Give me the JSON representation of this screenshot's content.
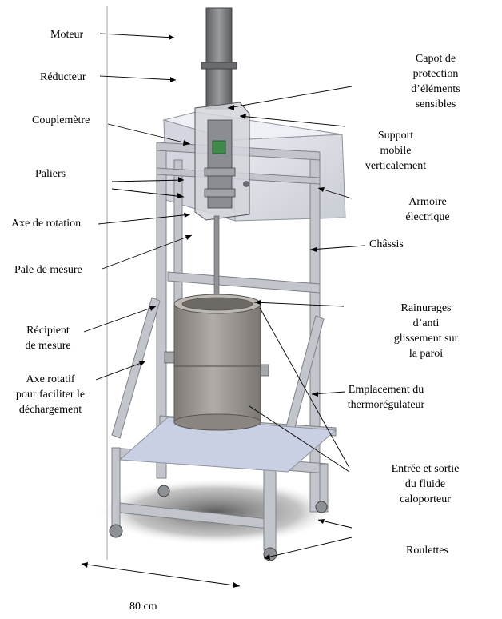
{
  "labels": {
    "moteur": "Moteur",
    "reducteur": "Réducteur",
    "couplemetre": "Couplemètre",
    "paliers": "Paliers",
    "axe_rotation": "Axe de rotation",
    "pale_mesure": "Pale de mesure",
    "recipient": [
      "Récipient",
      "de mesure"
    ],
    "axe_rotatif": [
      "Axe rotatif",
      "pour faciliter le",
      "déchargement"
    ],
    "capot": [
      "Capot de",
      "protection",
      "d’éléments",
      "sensibles"
    ],
    "support": [
      "Support",
      "mobile",
      "verticalement"
    ],
    "armoire": [
      "Armoire",
      "électrique"
    ],
    "chassis": "Châssis",
    "rainurages": [
      "Rainurages",
      "d’anti",
      "glissement sur",
      "la paroi"
    ],
    "emplacement": [
      "Emplacement du",
      "thermorégulateur"
    ],
    "entree": [
      "Entrée et sortie",
      "du fluide",
      "caloporteur"
    ],
    "roulettes": "Roulettes",
    "dimension": "80 cm"
  },
  "colors": {
    "frame": "#b8bcc2",
    "frame_dark": "#7d8186",
    "cabinet": "#dcdfe6",
    "vessel": "#9a9590",
    "shadow": "#777777"
  }
}
